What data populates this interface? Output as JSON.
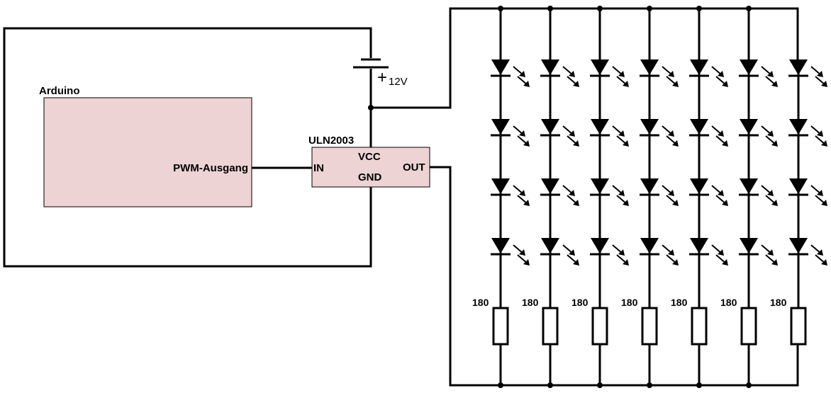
{
  "labels": {
    "arduino": "Arduino",
    "pwm": "PWM-Ausgang",
    "uln": "ULN2003",
    "vcc": "VCC",
    "gnd": "GND",
    "in": "IN",
    "out": "OUT",
    "supply_plus": "+",
    "supply_voltage": "12V"
  },
  "resistor_value": "180",
  "led_columns": 7,
  "leds_per_column": 4,
  "colors": {
    "arduino_fill": "#edd3d4",
    "uln_fill": "#edd3d4",
    "wire": "#000000"
  }
}
